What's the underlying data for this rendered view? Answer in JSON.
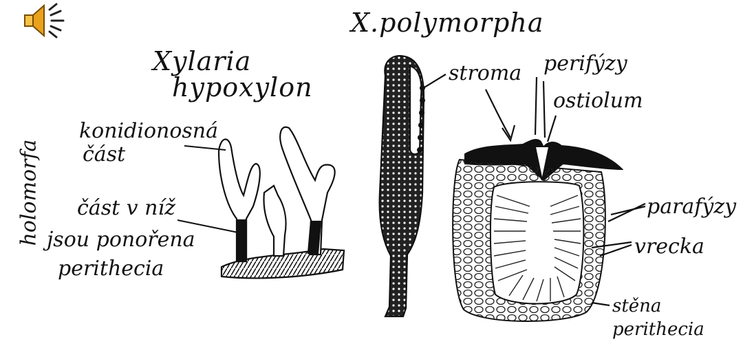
{
  "icon": "speaker-icon",
  "labels": {
    "x_polymorpha": "X.polymorpha",
    "xylaria": "Xylaria",
    "hypoxylon": "hypoxylon",
    "holomorfa": "holomorfa",
    "konidionosna": "konidionosná",
    "cast": "část",
    "cast_v_niz": "část v níž",
    "jsou_ponorena": "jsou ponořena",
    "perithecia": "perithecia",
    "stroma": "stroma",
    "perifyzy": "perifýzy",
    "ostiolum": "ostiolum",
    "parafyzy": "parafýzy",
    "vrecka": "vrecka",
    "stena": "stěna",
    "perithecia2": "perithecia"
  },
  "colors": {
    "ink": "#121212",
    "speaker": "#e8a21c"
  }
}
